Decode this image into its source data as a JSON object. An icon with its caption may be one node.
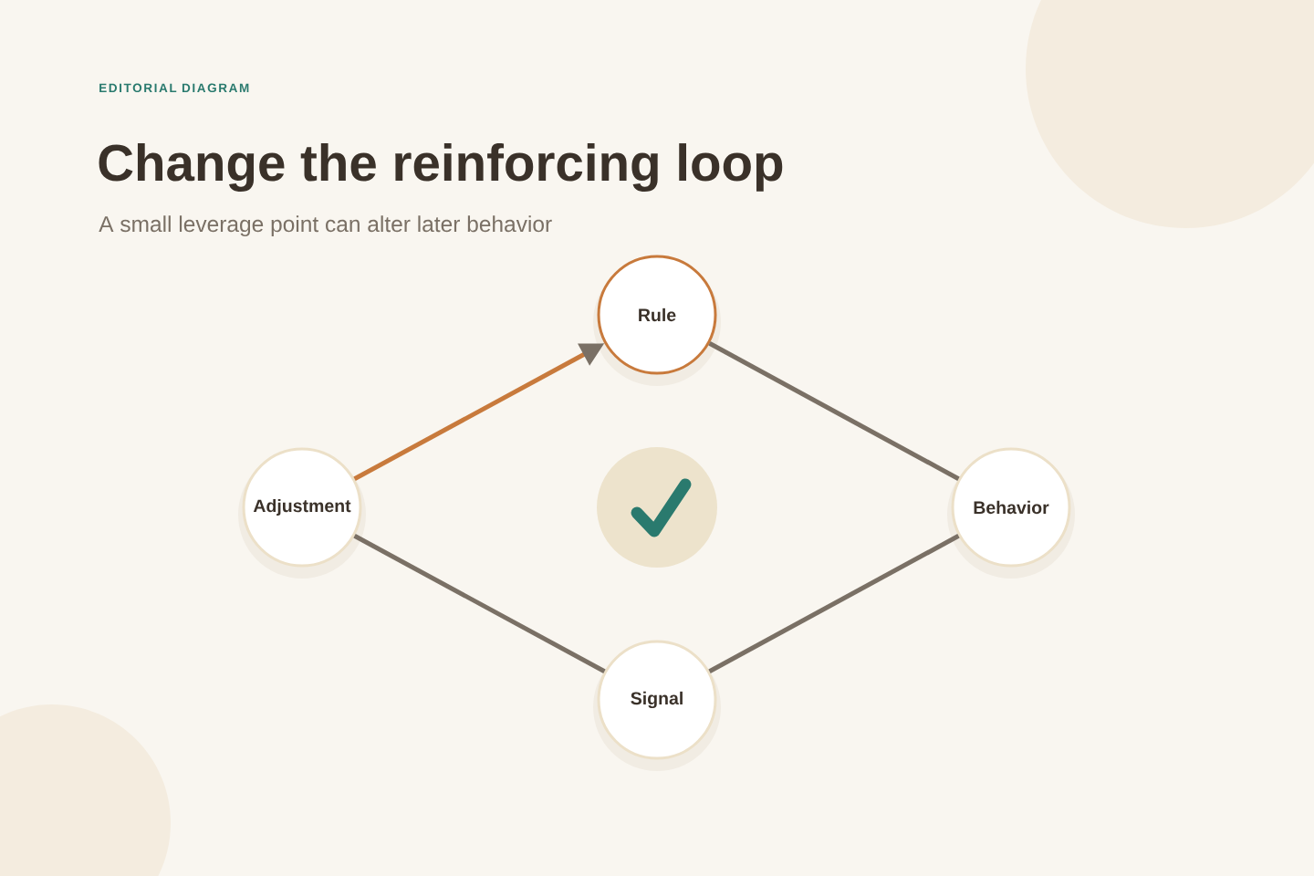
{
  "diagram": {
    "title": "Change the reinforcing loop",
    "nodes": [
      {
        "text": [
          "Rule"
        ]
      },
      {
        "text": [
          "Adjustment"
        ]
      },
      {
        "text": [
          "Behavior"
        ]
      },
      {
        "text": [
          "Signal"
        ]
      }
    ],
    "edges": [
      {
        "from": 1,
        "to": 0,
        "arrow": "to",
        "color": "#c87a3c"
      },
      {
        "from": 0,
        "to": 2,
        "arrow": "none"
      },
      {
        "from": 2,
        "to": 3,
        "arrow": "none"
      },
      {
        "from": 3,
        "to": 1,
        "arrow": "none"
      }
    ],
    "labels": [
      "EDITORIAL DIAGRAM",
      "A small leverage point can alter later behavior"
    ]
  }
}
